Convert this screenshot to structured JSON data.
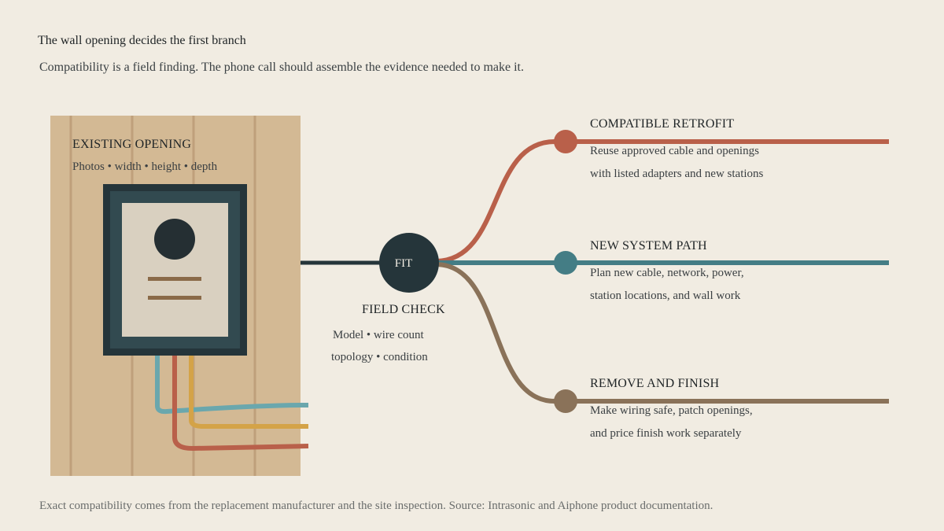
{
  "header": {
    "title": "The wall opening decides the first branch",
    "subtitle": "Compatibility is a field finding. The phone call should assemble the evidence needed to make it."
  },
  "opening": {
    "title": "EXISTING OPENING",
    "detail": "Photos • width • height • depth"
  },
  "hub": {
    "label": "FIT",
    "title": "FIELD CHECK",
    "line1": "Model • wire count",
    "line2": "topology • condition"
  },
  "branches": [
    {
      "title": "COMPATIBLE RETROFIT",
      "line1": "Reuse approved cable and openings",
      "line2": "with listed adapters and new stations",
      "color": "#b9604a"
    },
    {
      "title": "NEW SYSTEM PATH",
      "line1": "Plan new cable, network, power,",
      "line2": "station locations, and wall work",
      "color": "#447d85"
    },
    {
      "title": "REMOVE AND FINISH",
      "line1": "Make wiring safe, patch openings,",
      "line2": "and price finish work separately",
      "color": "#8a7259"
    }
  ],
  "colors": {
    "background": "#f1ece2",
    "wall": "#d3b994",
    "device_dark": "#25353a",
    "device_frame": "#324a50",
    "faceplate": "#d9d0c0",
    "wire_blue": "#6aa7ad",
    "wire_red": "#b9604a",
    "wire_gold": "#d4a348"
  },
  "footnote": "Exact compatibility comes from the replacement manufacturer and the site inspection. Source: Intrasonic and Aiphone product documentation."
}
